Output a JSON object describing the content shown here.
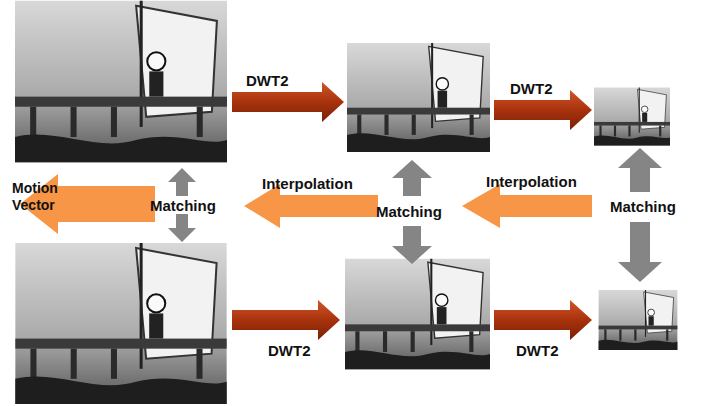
{
  "diagram": {
    "labels": [
      "DWT2",
      "DWT2",
      "Motion Vector",
      "Matching",
      "Interpolation",
      "Matching",
      "Interpolation",
      "Matching",
      "DWT2",
      "DWT2"
    ]
  }
}
